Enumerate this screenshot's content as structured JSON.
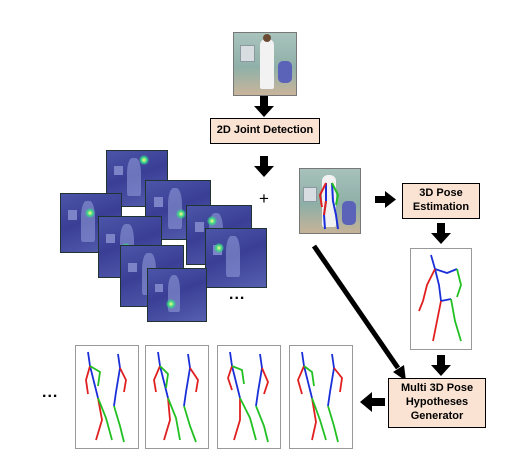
{
  "boxes": {
    "joint_detection": "2D Joint Detection",
    "pose_estimation": "3D Pose Estimation",
    "hypotheses_generator": "Multi 3D Pose Hypotheses Generator"
  },
  "symbols": {
    "plus": "+",
    "ellipsis_heatmaps": "...",
    "ellipsis_hypotheses": "..."
  },
  "colors": {
    "box_fill": "#fbe3d3",
    "heatmap_blue": "#3a3f95",
    "right_limb": "#e02020",
    "left_limb": "#22c022",
    "torso": "#1a2fd8"
  }
}
